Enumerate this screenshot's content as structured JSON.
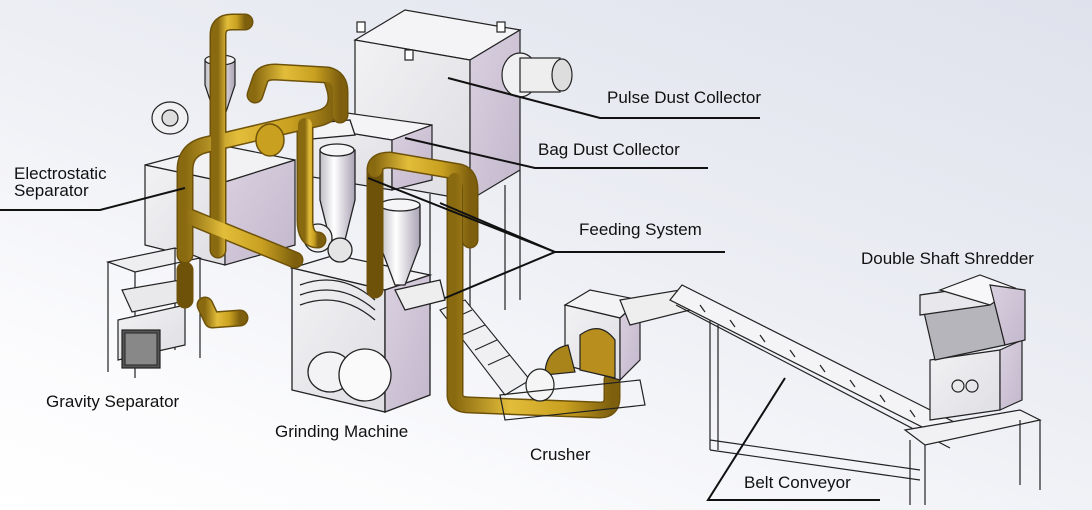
{
  "diagram": {
    "title": "",
    "colors": {
      "background_top": "#dfe2ec",
      "background_bottom": "#ffffff",
      "pipe": "#c9a020",
      "pipe_dark": "#8a6a10",
      "machine_face": "#e9e9ec",
      "machine_side": "#cfc6d6",
      "outline": "#222222",
      "leader_line": "#111111"
    },
    "components": [
      {
        "id": "electrostatic-separator",
        "label": "Electrostatic\nSeparator",
        "line1": "Electrostatic",
        "line2": "Separator"
      },
      {
        "id": "pulse-dust-collector",
        "label": "Pulse Dust Collector"
      },
      {
        "id": "bag-dust-collector",
        "label": "Bag Dust Collector"
      },
      {
        "id": "feeding-system",
        "label": "Feeding System"
      },
      {
        "id": "double-shaft-shredder",
        "label": "Double Shaft Shredder"
      },
      {
        "id": "gravity-separator",
        "label": "Gravity Separator"
      },
      {
        "id": "grinding-machine",
        "label": "Grinding Machine"
      },
      {
        "id": "crusher",
        "label": "Crusher"
      },
      {
        "id": "belt-conveyor",
        "label": "Belt Conveyor"
      }
    ]
  }
}
